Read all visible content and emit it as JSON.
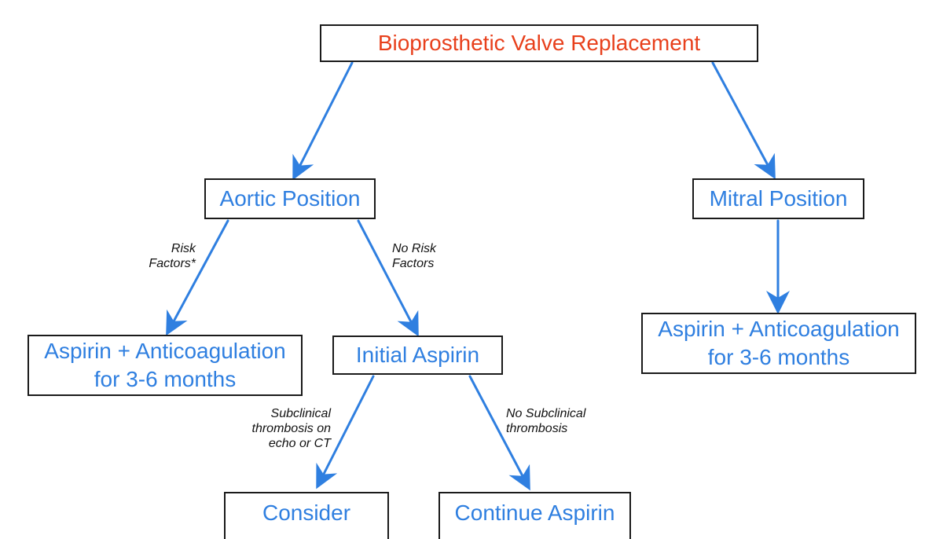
{
  "colors": {
    "root_text": "#e8401c",
    "node_text": "#2f7fe0",
    "arrow": "#2f7fe0",
    "box_border": "#1a1a1a",
    "edge_label": "#111111"
  },
  "nodes": {
    "root": {
      "label": "Bioprosthetic Valve Replacement"
    },
    "aortic": {
      "label": "Aortic Position"
    },
    "mitral": {
      "label": "Mitral Position"
    },
    "aortic_risk": {
      "line1": "Aspirin + Anticoagulation",
      "line2": "for 3-6 months"
    },
    "initial_aspirin": {
      "label": "Initial Aspirin"
    },
    "mitral_anticoag": {
      "line1": "Aspirin + Anticoagulation",
      "line2": "for 3-6 months"
    },
    "consider": {
      "label": "Consider"
    },
    "continue_aspirin": {
      "label": "Continue Aspirin"
    }
  },
  "edge_labels": {
    "risk_factors": {
      "line1": "Risk",
      "line2": "Factors*"
    },
    "no_risk_factors": {
      "line1": "No Risk",
      "line2": "Factors"
    },
    "subclinical": {
      "line1": "Subclinical",
      "line2": "thrombosis on",
      "line3": "echo or CT"
    },
    "no_subclinical": {
      "line1": "No Subclinical",
      "line2": "thrombosis"
    }
  }
}
